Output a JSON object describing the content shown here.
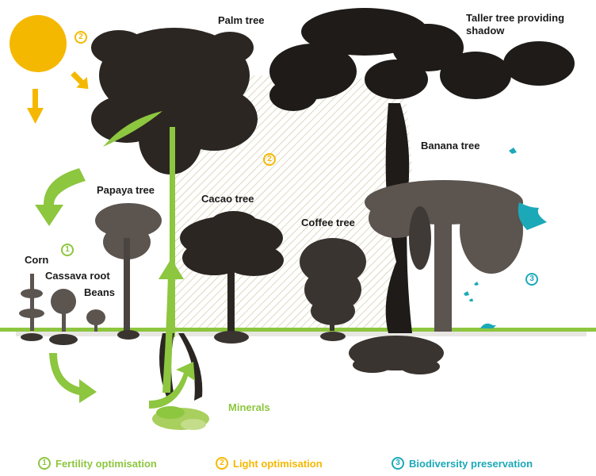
{
  "labels": {
    "palm": "Palm tree",
    "taller": "Taller tree providing",
    "taller_2": "shadow",
    "banana": "Banana tree",
    "papaya": "Papaya tree",
    "cacao": "Cacao tree",
    "coffee": "Coffee tree",
    "corn": "Corn",
    "cassava": "Cassava root",
    "beans": "Beans",
    "minerals": "Minerals"
  },
  "markers": {
    "one": "1",
    "two": "2",
    "three": "3"
  },
  "legend": [
    {
      "num": "1",
      "label": "Fertility optimisation",
      "color": "#8dc63f"
    },
    {
      "num": "2",
      "label": "Light optimisation",
      "color": "#f5b800"
    },
    {
      "num": "3",
      "label": "Biodiversity preservation",
      "color": "#1ba9b8"
    }
  ],
  "colors": {
    "green": "#8dc63f",
    "yellow": "#f5b800",
    "teal": "#1ba9b8",
    "plant": "#2b2622"
  }
}
